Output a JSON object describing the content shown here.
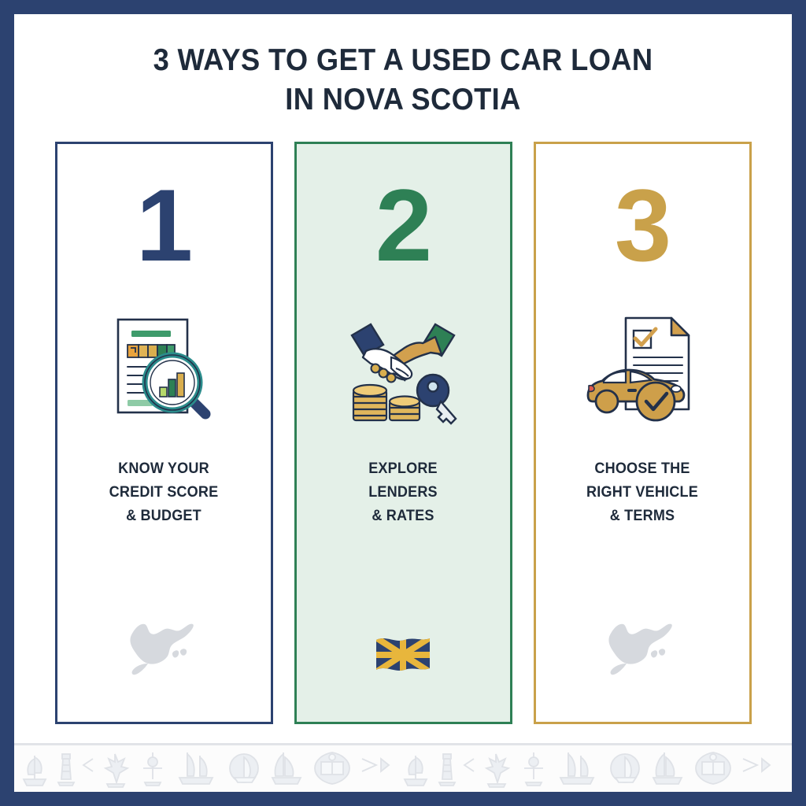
{
  "poster": {
    "frame_color": "#2C4270",
    "background": "#FFFFFF"
  },
  "title": {
    "line1": "3 WAYS TO GET A USED CAR LOAN",
    "line2": "IN NOVA SCOTIA",
    "color": "#1E2A3A"
  },
  "columns": [
    {
      "number": "1",
      "caption_line1": "KNOW YOUR",
      "caption_line2": "CREDIT SCORE",
      "caption_line3": "& BUDGET",
      "accent": "#2C4270",
      "background": "#FFFFFF",
      "icon": "credit-report-magnifier-icon",
      "footer_mark": "nova-scotia-map-silhouette"
    },
    {
      "number": "2",
      "caption_line1": "EXPLORE",
      "caption_line2": "LENDERS",
      "caption_line3": "& RATES",
      "accent": "#2E8055",
      "background": "#E4F0E8",
      "icon": "handshake-coins-key-icon",
      "footer_mark": "nova-scotia-flag"
    },
    {
      "number": "3",
      "caption_line1": "CHOOSE THE",
      "caption_line2": "RIGHT VEHICLE",
      "caption_line3": "& TERMS",
      "accent": "#C9A14A",
      "background": "#FFFFFF",
      "icon": "car-checklist-document-icon",
      "footer_mark": "nova-scotia-map-silhouette"
    }
  ],
  "bottom_strip": {
    "pattern_icons": [
      "sailing-ship-icon",
      "lighthouse-icon",
      "maple-leaf-icon",
      "compass-rose-icon",
      "tall-ship-icon",
      "sailboat-icon",
      "schooner-icon",
      "provincial-crest-icon"
    ],
    "color": "#E4E6EA"
  }
}
